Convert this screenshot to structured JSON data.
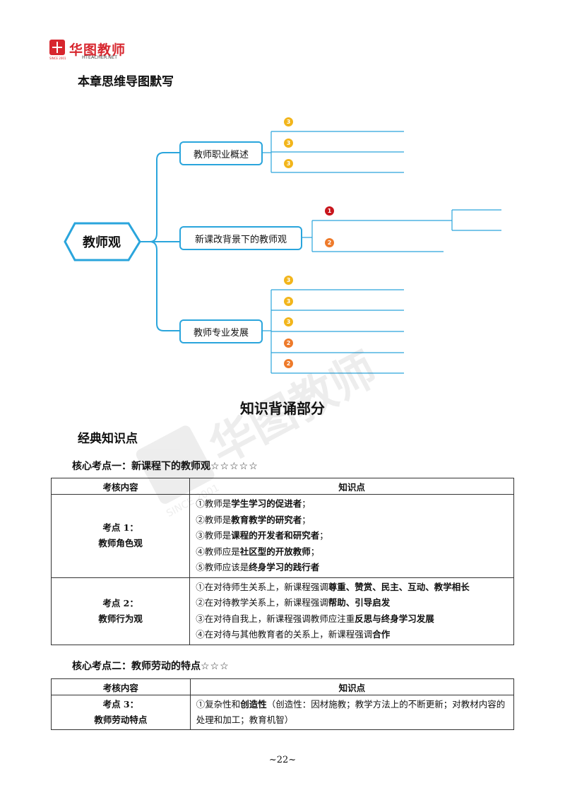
{
  "header": {
    "brand": "华图教师",
    "url": "HTEACHER.NET",
    "since": "SINCE 2001"
  },
  "mindmap_title": "本章思维导图默写",
  "mindmap": {
    "root": "教师观",
    "branches": [
      {
        "label": "教师职业概述",
        "badges": [
          "3",
          "3",
          "3"
        ]
      },
      {
        "label": "新课改背景下的教师观",
        "badges": [
          "1",
          "2"
        ]
      },
      {
        "label": "教师专业发展",
        "badges": [
          "3",
          "3",
          "3",
          "2",
          "2"
        ]
      }
    ]
  },
  "section_title": "知识背诵部分",
  "subsection_title": "经典知识点",
  "core1": {
    "title": "核心考点一：新课程下的教师观",
    "stars": "☆☆☆☆☆",
    "headers": [
      "考核内容",
      "知识点"
    ],
    "point1": {
      "label1": "考点 1：",
      "label2": "教师角色观",
      "items": [
        [
          "①教师是",
          "学生学习的促进者",
          "；"
        ],
        [
          "②教师是",
          "教育教学的研究者",
          "；"
        ],
        [
          "③教师是",
          "课程的开发者和研究者",
          "；"
        ],
        [
          "④教师应是",
          "社区型的开放教师",
          "；"
        ],
        [
          "⑤教师应该是",
          "终身学习的践行者",
          ""
        ]
      ]
    },
    "point2": {
      "label1": "考点 2：",
      "label2": "教师行为观",
      "items": [
        [
          "①在对待师生关系上，新课程强调",
          "尊重、赞赏、民主、互动、教学相长",
          ""
        ],
        [
          "②在对待教学关系上，新课程强调",
          "帮助、引导启发",
          ""
        ],
        [
          "③在对待自我上，新课程强调教师应注重",
          "反思与终身学习发展",
          ""
        ],
        [
          "④在对待与其他教育者的关系上，新课程强调",
          "合作",
          ""
        ]
      ]
    }
  },
  "core2": {
    "title": "核心考点二：教师劳动的特点",
    "stars": "☆☆☆",
    "headers": [
      "考核内容",
      "知识点"
    ],
    "point3": {
      "label1": "考点 3：",
      "label2": "教师劳动特点",
      "text_pre": "①复杂性和",
      "text_bold": "创造性",
      "text_post": "（创造性：因材施教；教学方法上的不断更新；对教材内容的处理和加工；教育机智）"
    }
  },
  "page_number": "~22~"
}
